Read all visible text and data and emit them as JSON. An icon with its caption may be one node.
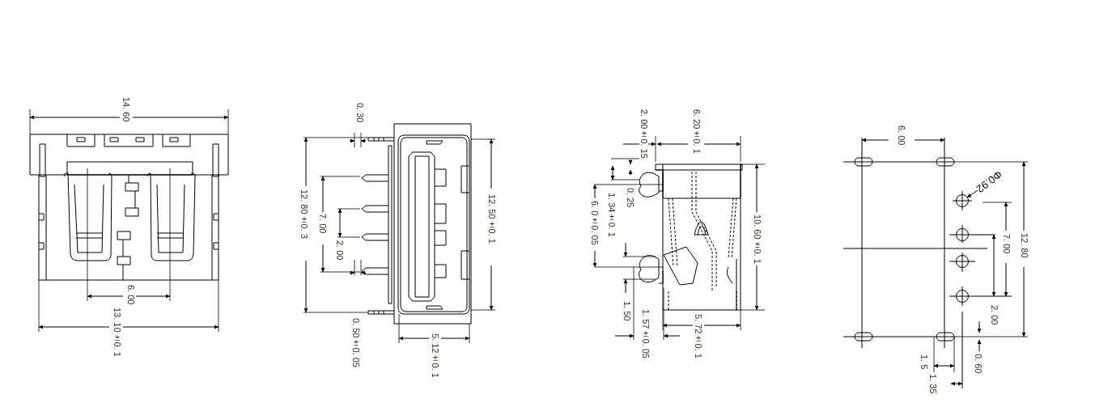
{
  "diagram": {
    "nodes": [
      {
        "text": [
          "Φ0.92"
        ]
      },
      {
        "text": [],
        "shape": "circle"
      }
    ],
    "edges": [
      {
        "from": 0,
        "to": 1,
        "arrow": "to"
      }
    ],
    "labels": [
      "14. 60",
      "6. 00",
      "13. 10±0. 1",
      "0. 30",
      "12. 80±0. 3",
      "7. 00",
      "2. 00",
      "12. 50±0. 1",
      "0. 50±0. 05",
      "5. 12±0. 1",
      "2. 00±0. 15",
      "6. 20±0. 1",
      "0. 25",
      "1. 34±0. 1",
      "6. 0±0. 05",
      "10. 60±0. 1",
      "1. 50",
      "1. 57±0. 05",
      "5. 72±0. 1",
      "6. 00",
      "12. 80",
      "7. 00",
      "2. 00",
      "1. 5",
      "1. 35",
      "0. 60"
    ]
  }
}
